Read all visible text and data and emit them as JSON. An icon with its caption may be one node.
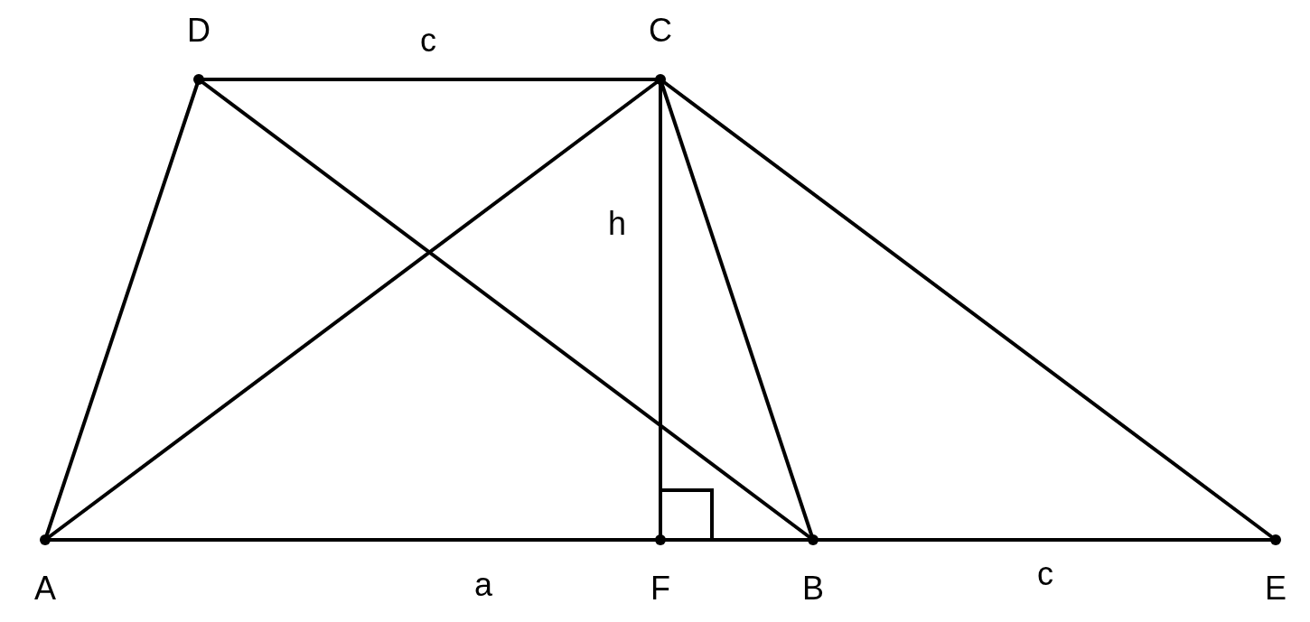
{
  "diagram": {
    "nodes": [
      {
        "text": [
          "D"
        ]
      },
      {
        "text": [
          "C"
        ]
      },
      {
        "text": [
          "A"
        ]
      },
      {
        "text": [
          "F"
        ]
      },
      {
        "text": [
          "B"
        ]
      },
      {
        "text": [
          "E"
        ]
      }
    ],
    "edges": [
      {
        "from": 0,
        "to": 1,
        "arrow": "none"
      },
      {
        "from": 2,
        "to": 0,
        "arrow": "none"
      },
      {
        "from": 2,
        "to": 1,
        "arrow": "none"
      },
      {
        "from": 0,
        "to": 4,
        "arrow": "none"
      },
      {
        "from": 1,
        "to": 3,
        "arrow": "none"
      },
      {
        "from": 1,
        "to": 4,
        "arrow": "none"
      },
      {
        "from": 1,
        "to": 5,
        "arrow": "none"
      },
      {
        "from": 2,
        "to": 3,
        "arrow": "none"
      },
      {
        "from": 3,
        "to": 4,
        "arrow": "none"
      },
      {
        "from": 4,
        "to": 5,
        "arrow": "none"
      }
    ],
    "labels": [
      "c",
      "h",
      "a",
      "c"
    ]
  }
}
